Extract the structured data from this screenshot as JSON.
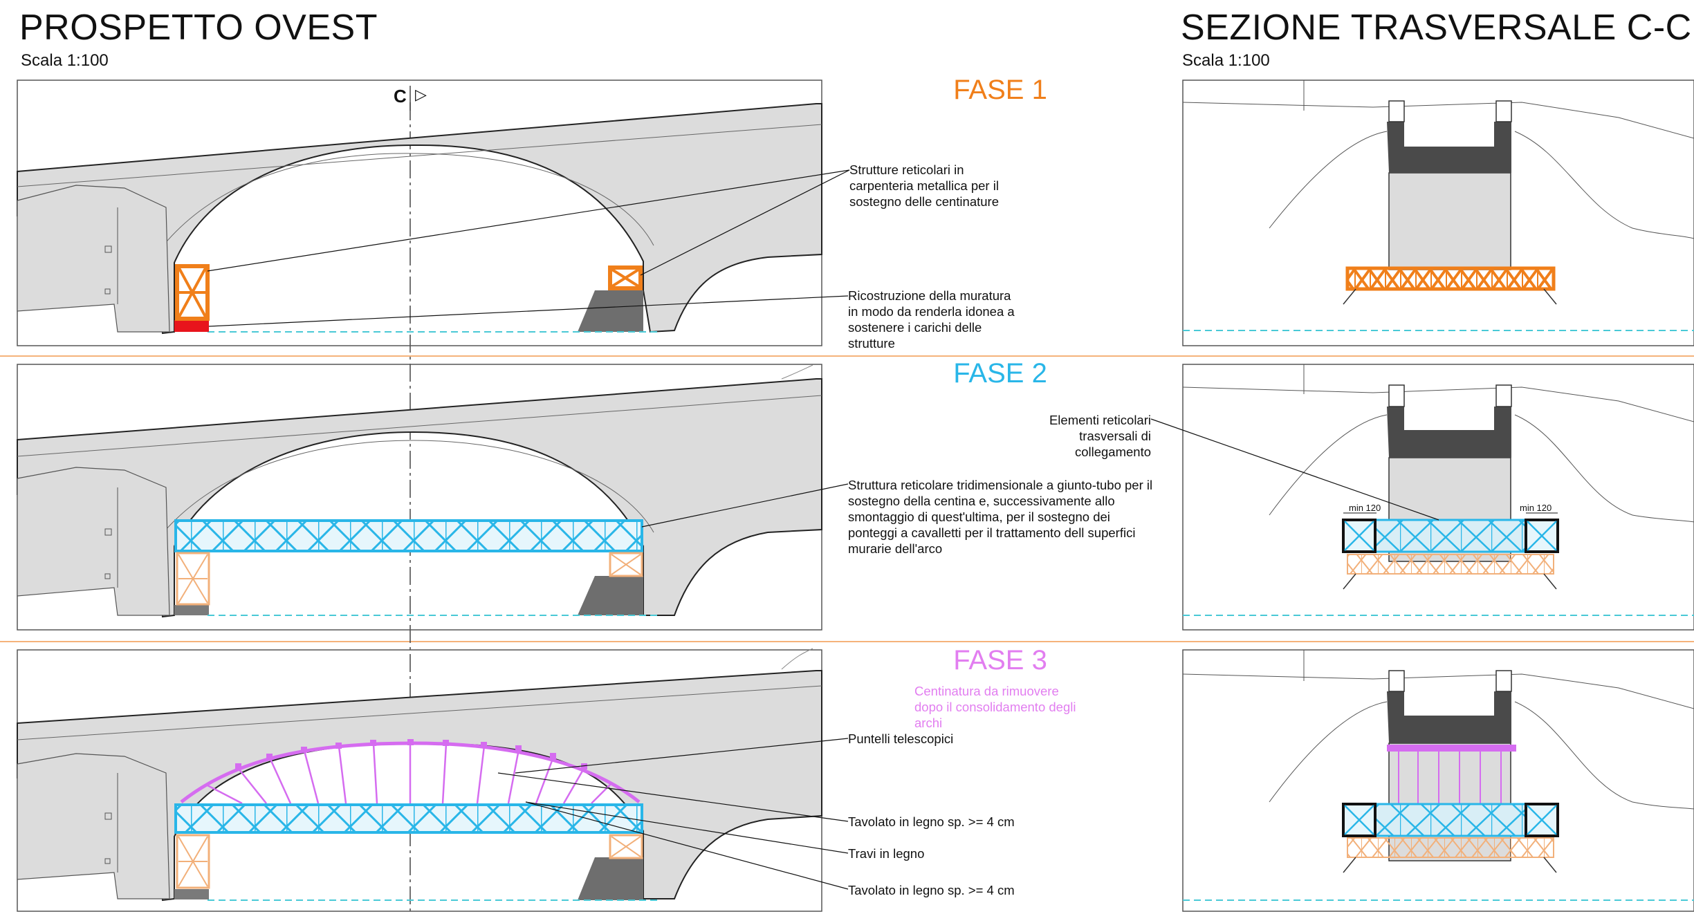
{
  "titles": {
    "left": "PROSPETTO OVEST",
    "right": "SEZIONE TRASVERSALE C-C",
    "scale_left": "Scala 1:100",
    "scale_right": "Scala 1:100",
    "section_mark": "C"
  },
  "phases": [
    {
      "label": "FASE 1",
      "color": "#f07f1a"
    },
    {
      "label": "FASE 2",
      "color": "#29b6e8"
    },
    {
      "label": "FASE 3",
      "color": "#e27ef0"
    }
  ],
  "annotations": {
    "phase1": {
      "truss_supports": [
        "Strutture reticolari in",
        "carpenteria metallica per il",
        "sostegno delle centinature"
      ],
      "masonry_rebuild": [
        "Ricostruzione della muratura",
        "in modo da renderla idonea a",
        "sostenere i carichi delle",
        "strutture"
      ]
    },
    "phase2": {
      "transverse_elements": [
        "Elementi reticolari",
        "trasversali di",
        "collegamento"
      ],
      "scaffold_3d": [
        "Struttura reticolare tridimensionale a giunto-tubo per il",
        "sostegno della centina e, successivamente allo",
        "smontaggio di quest'ultima, per il sostegno dei",
        "ponteggi a cavalletti per il trattamento dell superfici",
        "murarie dell'arco"
      ],
      "min_left": "min 120",
      "min_right": "min 120"
    },
    "phase3": {
      "centering_remove": [
        "Centinatura da rimuovere",
        "dopo il consolidamento degli",
        "archi"
      ],
      "telescopic_props": "Puntelli telescopici",
      "boarding_1": "Tavolato in legno sp. >= 4 cm",
      "wood_beams": "Travi in legno",
      "boarding_2": "Tavolato in legno sp. >= 4 cm"
    }
  },
  "colors": {
    "orange": "#f07f1a",
    "cyan": "#29b6e8",
    "magenta": "#d56cf0",
    "red": "#e8141c",
    "masonry": "#dcdcdc",
    "deck": "#4a4a4a",
    "pier_dark": "#6e6e6e",
    "water": "#49c9d6",
    "phase_divider": "#f5b37a"
  }
}
